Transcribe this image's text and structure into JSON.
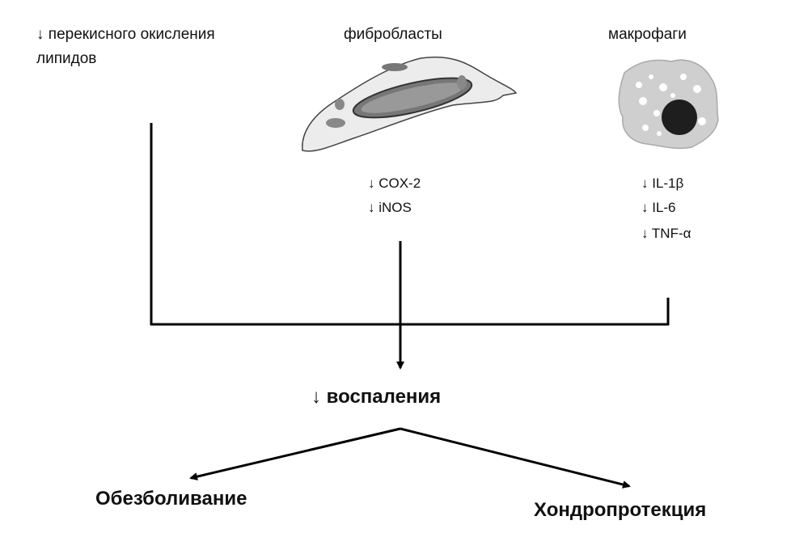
{
  "top_left": {
    "line1": "↓ перекисного окисления",
    "line2": "липидов"
  },
  "fibroblasts": {
    "title": "фибробласты",
    "markers": [
      "↓ COX-2",
      "↓ iNOS"
    ]
  },
  "macrophages": {
    "title": "макрофаги",
    "markers": [
      "↓ IL-1β",
      "↓ IL-6",
      "↓ TNF-α"
    ]
  },
  "center": {
    "label": "↓ воспаления"
  },
  "outcomes": {
    "left": "Обезболивание",
    "right": "Хондропротекция"
  }
}
